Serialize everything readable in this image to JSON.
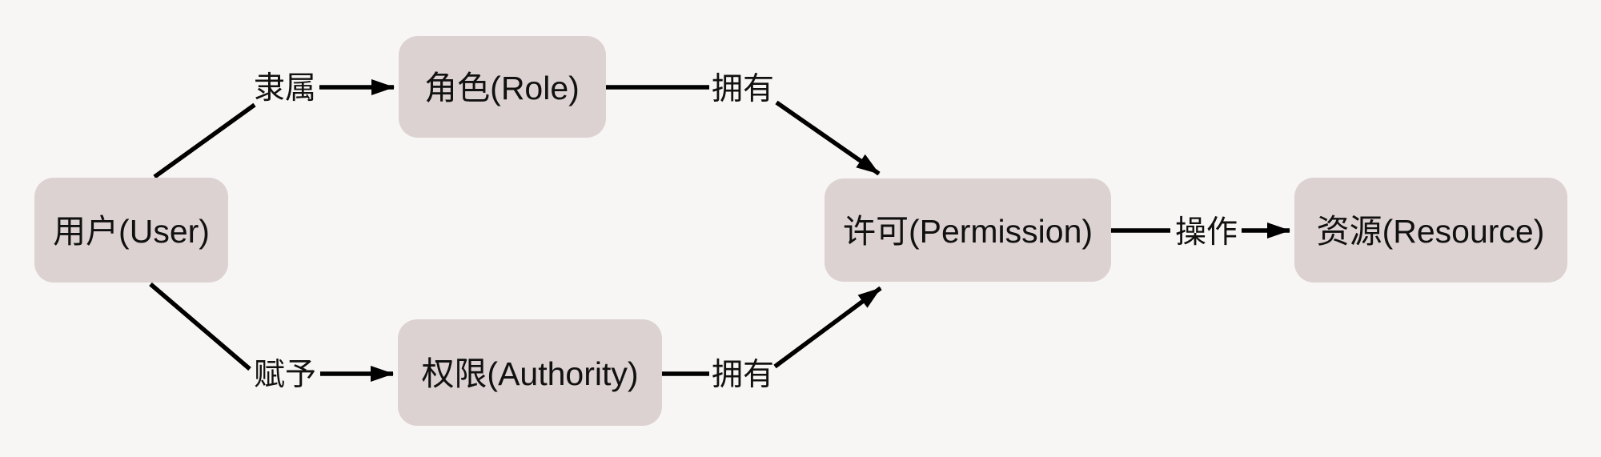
{
  "diagram": {
    "type": "flow-diagram",
    "colors": {
      "background": "#F8F6F5",
      "node_fill": "#DCD2D1",
      "edge_stroke": "#000000",
      "text": "#111111"
    },
    "nodes": [
      {
        "id": "user",
        "label": "用户(User)"
      },
      {
        "id": "role",
        "label": "角色(Role)"
      },
      {
        "id": "authority",
        "label": "权限(Authority)"
      },
      {
        "id": "permission",
        "label": "许可(Permission)"
      },
      {
        "id": "resource",
        "label": "资源(Resource)"
      }
    ],
    "edges": [
      {
        "from": "user",
        "to": "role",
        "label": "隶属"
      },
      {
        "from": "role",
        "to": "permission",
        "label": "拥有"
      },
      {
        "from": "user",
        "to": "authority",
        "label": "赋予"
      },
      {
        "from": "authority",
        "to": "permission",
        "label": "拥有"
      },
      {
        "from": "permission",
        "to": "resource",
        "label": "操作"
      }
    ]
  }
}
